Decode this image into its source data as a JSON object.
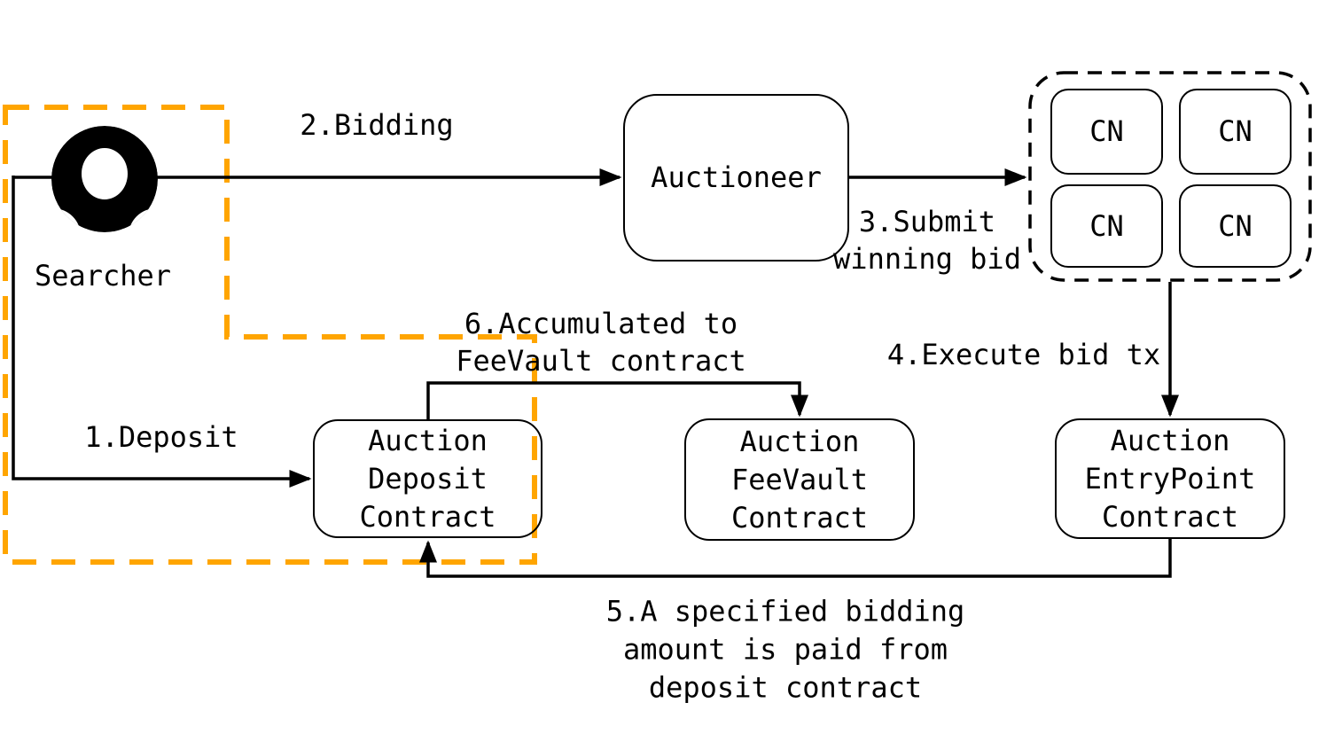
{
  "diagram": {
    "background": "#ffffff",
    "colors": {
      "line": "#000000",
      "highlight": "#FFA500"
    },
    "actor": {
      "label": "Searcher",
      "icon": "person-icon"
    },
    "nodes": {
      "auctioneer": {
        "label": "Auctioneer"
      },
      "cn_cluster": {
        "items": [
          "CN",
          "CN",
          "CN",
          "CN"
        ]
      },
      "deposit_contract": {
        "label": "Auction\nDeposit\nContract"
      },
      "feevault_contract": {
        "label": "Auction\nFeeVault\nContract"
      },
      "entrypoint_contract": {
        "label": "Auction\nEntryPoint\nContract"
      }
    },
    "flow_labels": {
      "step1": "1.Deposit",
      "step2": "2.Bidding",
      "step3": "3.Submit\nwinning bid",
      "step4": "4.Execute bid tx",
      "step5": "5.A specified bidding\namount is paid from\ndeposit contract",
      "step6": "6.Accumulated to\nFeeVault contract"
    }
  }
}
